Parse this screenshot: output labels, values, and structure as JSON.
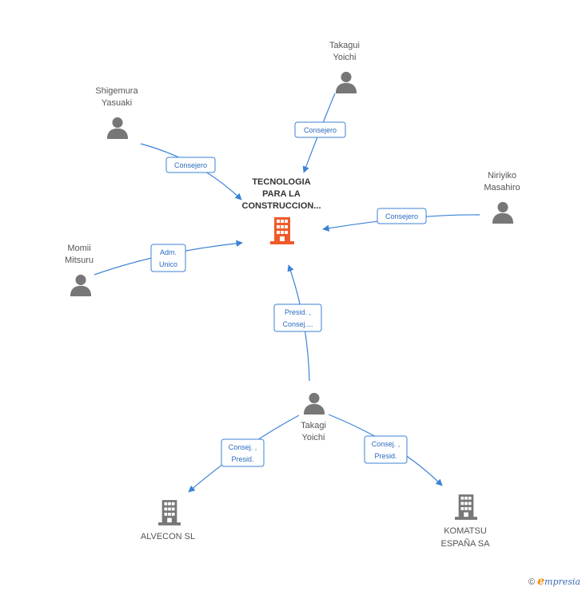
{
  "colors": {
    "edge": "#3b82d6",
    "person": "#777777",
    "company": "#777777",
    "main_company": "#f05a28"
  },
  "main_company": {
    "lines": [
      "TECNOLOGIA",
      "PARA LA",
      "CONSTRUCCION..."
    ],
    "icon": "building-icon"
  },
  "persons": [
    {
      "id": "takagui",
      "lines": [
        "Takagui",
        "Yoichi"
      ],
      "icon": "person-icon"
    },
    {
      "id": "shigemura",
      "lines": [
        "Shigemura",
        "Yasuaki"
      ],
      "icon": "person-icon"
    },
    {
      "id": "niriyiko",
      "lines": [
        "Niriyiko",
        "Masahiro"
      ],
      "icon": "person-icon"
    },
    {
      "id": "momii",
      "lines": [
        "Momii",
        "Mitsuru"
      ],
      "icon": "person-icon"
    },
    {
      "id": "takagi",
      "lines": [
        "Takagi",
        "Yoichi"
      ],
      "icon": "person-icon"
    }
  ],
  "companies": [
    {
      "id": "alvecon",
      "lines": [
        "ALVECON SL"
      ],
      "icon": "building-icon"
    },
    {
      "id": "komatsu",
      "lines": [
        "KOMATSU",
        "ESPAÑA SA"
      ],
      "icon": "building-icon"
    }
  ],
  "edges": [
    {
      "id": "takagui",
      "lines": [
        "Consejero"
      ]
    },
    {
      "id": "shigemura",
      "lines": [
        "Consejero"
      ]
    },
    {
      "id": "niriyiko",
      "lines": [
        "Consejero"
      ]
    },
    {
      "id": "momii",
      "lines": [
        "Adm.",
        "Unico"
      ]
    },
    {
      "id": "takagi",
      "lines": [
        "Presid. ,",
        "Consej...."
      ]
    },
    {
      "id": "alvecon",
      "lines": [
        "Consej. ,",
        "Presid."
      ]
    },
    {
      "id": "komatsu",
      "lines": [
        "Consej. ,",
        "Presid."
      ]
    }
  ],
  "footer": {
    "copyright": "©",
    "brand_initial": "e",
    "brand_rest": "mpresia"
  }
}
